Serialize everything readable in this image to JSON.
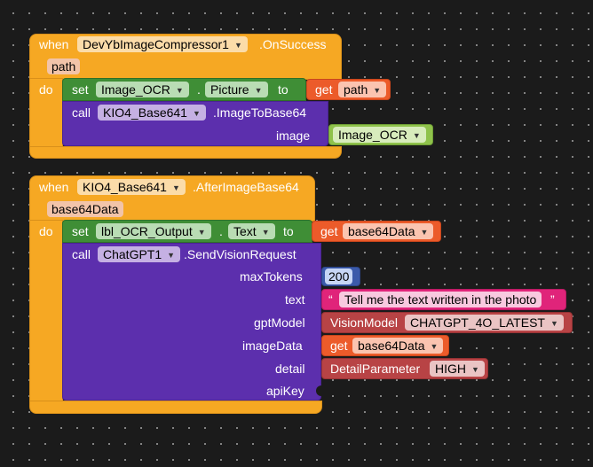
{
  "block1": {
    "when": "when",
    "component": "DevYbImageCompressor1",
    "event": ".OnSuccess",
    "param": "path",
    "do": "do",
    "set": {
      "keyword": "set",
      "component": "Image_OCR",
      "dot": ".",
      "property": "Picture",
      "to": "to",
      "value": {
        "get": "get",
        "var": "path"
      }
    },
    "call": {
      "keyword": "call",
      "component": "KIO4_Base641",
      "method": ".ImageToBase64",
      "arg_label": "image",
      "arg_value": "Image_OCR"
    }
  },
  "block2": {
    "when": "when",
    "component": "KIO4_Base641",
    "event": ".AfterImageBase64",
    "param": "base64Data",
    "do": "do",
    "set": {
      "keyword": "set",
      "component": "lbl_OCR_Output",
      "dot": ".",
      "property": "Text",
      "to": "to",
      "value": {
        "get": "get",
        "var": "base64Data"
      }
    },
    "call": {
      "keyword": "call",
      "component": "ChatGPT1",
      "method": ".SendVisionRequest",
      "args": {
        "maxTokens": {
          "label": "maxTokens",
          "value": "200"
        },
        "text": {
          "label": "text",
          "open_quote": "“",
          "value": "Tell me the text written in the photo",
          "close_quote": "”"
        },
        "gptModel": {
          "label": "gptModel",
          "prefix": "VisionModel",
          "value": "CHATGPT_4O_LATEST"
        },
        "imageData": {
          "label": "imageData",
          "get": "get",
          "var": "base64Data"
        },
        "detail": {
          "label": "detail",
          "prefix": "DetailParameter",
          "value": "HIGH"
        },
        "apiKey": {
          "label": "apiKey"
        }
      }
    }
  },
  "colors": {
    "event": "#f6a823",
    "procedure": "#5c2fad",
    "setter": "#3f8e36",
    "getter": "#ec5b2a",
    "component": "#8fc24b",
    "math": "#3b5aaa",
    "text": "#e0247a",
    "helper": "#b84345",
    "workspace": "#1b1b1b"
  },
  "icons": {
    "dropdown": "dropdown-arrow-icon"
  }
}
